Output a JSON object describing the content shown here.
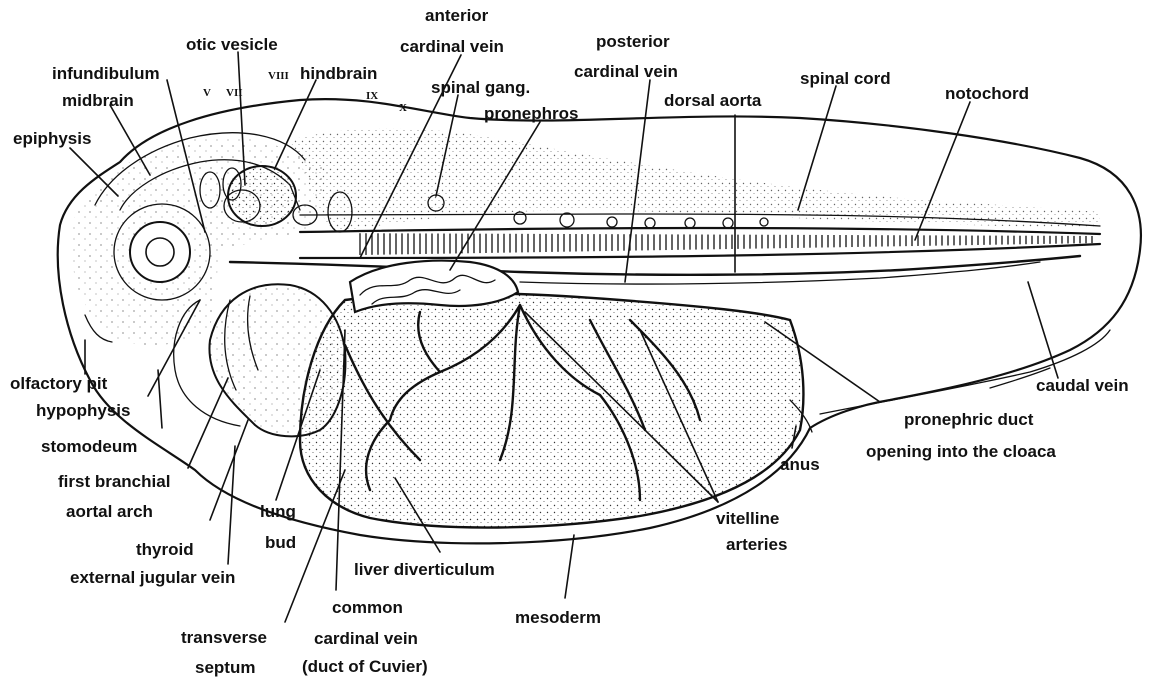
{
  "labels": {
    "anterior_cardinal_vein": [
      "anterior",
      "cardinal vein"
    ],
    "otic_vesicle": "otic vesicle",
    "posterior_cardinal_vein": [
      "posterior",
      "cardinal vein"
    ],
    "infundibulum": "infundibulum",
    "hindbrain": "hindbrain",
    "spinal_gang": "spinal gang.",
    "spinal_cord": "spinal cord",
    "midbrain": "midbrain",
    "dorsal_aorta": "dorsal aorta",
    "notochord": "notochord",
    "pronephros": "pronephros",
    "epiphysis": "epiphysis",
    "olfactory_pit": "olfactory pit",
    "hypophysis": "hypophysis",
    "caudal_vein": "caudal vein",
    "pronephric_duct": [
      "pronephric duct",
      "opening into the cloaca"
    ],
    "stomodeum": "stomodeum",
    "anus": "anus",
    "first_branchial_aortal_arch": [
      "first branchial",
      "aortal arch"
    ],
    "lung_bud": [
      "lung",
      "bud"
    ],
    "vitelline_arteries": [
      "vitelline",
      "arteries"
    ],
    "thyroid": "thyroid",
    "liver_diverticulum": "liver diverticulum",
    "external_jugular_vein": "external jugular vein",
    "common_cardinal_vein": [
      "common",
      "cardinal vein",
      "(duct of Cuvier)"
    ],
    "mesoderm": "mesoderm",
    "transverse_septum": [
      "transverse",
      "septum"
    ]
  },
  "cranial_nerve_numerals": {
    "n8": "VIII",
    "n7": "VII",
    "n5": "V",
    "n9": "IX",
    "n10": "X"
  }
}
